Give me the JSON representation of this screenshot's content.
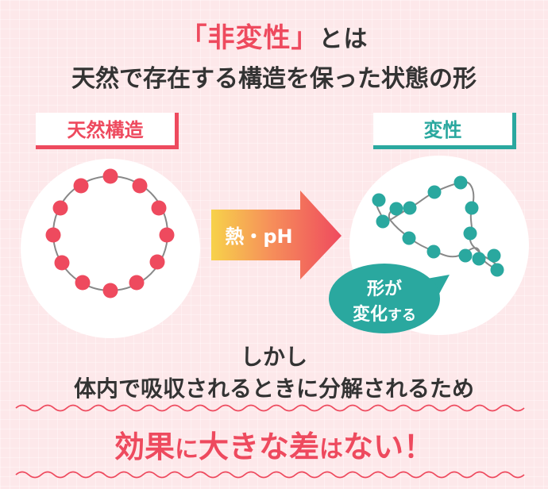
{
  "header": {
    "title_highlight": "「非変性」",
    "title_rest": "とは",
    "subtitle": "天然で存在する構造を保った状態の形"
  },
  "labels": {
    "natural": "天然構造",
    "denatured": "変性"
  },
  "arrow": {
    "label": "熱・pH"
  },
  "bubble": {
    "line1": "形が",
    "line2_big": "変化",
    "line2_small": "する"
  },
  "bottom": {
    "line1": "しかし",
    "line2": "体内で吸収されるときに分解されるため"
  },
  "conclusion": {
    "part1": "効果",
    "part2": "に",
    "part3": "大きな差",
    "part4": "は",
    "part5": "ない！"
  },
  "colors": {
    "accent_pink": "#ee4a5e",
    "accent_teal": "#2aa89f",
    "background": "#fde8ea",
    "text_dark": "#333333"
  }
}
